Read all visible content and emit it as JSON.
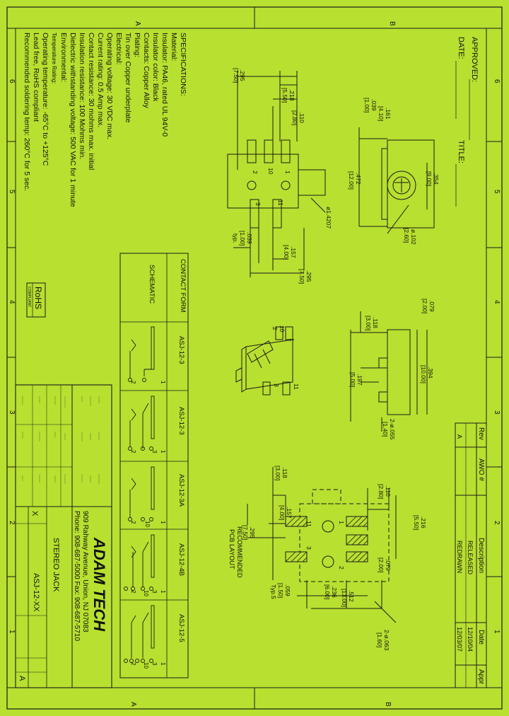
{
  "colors": {
    "background": "#b8e030",
    "ink": "#1a1a1a"
  },
  "border": {
    "top_letters": [
      "A",
      "B"
    ],
    "bottom_letters": [
      "A",
      "B"
    ],
    "numbers": [
      "6",
      "5",
      "4",
      "3",
      "2",
      "1"
    ]
  },
  "header": {
    "approved_label": "APPROVED:",
    "date_label": "DATE:",
    "title_label": "TITLE:"
  },
  "specifications": {
    "heading": "SPECIFICATIONS:",
    "lines": [
      "Material:",
      "Insulator:  PA46, rated UL 94V-0",
      "Insulator color: Black",
      "Contacts: Copper Alloy",
      "Plating:",
      "Tin over Copper underplate",
      "Electrical:",
      "Operating voltage: 30 VDC max.",
      "Current rating: 0.5 Amp max.",
      "Contact resistance: 30 mohms max. initial",
      "Insulation resistance: 100 Mohms min.",
      "Dielectric withstanding voltage: 500 VAC for 1 minute",
      "Environmental:",
      "Temperature Rating:",
      "Operating temperature: -65°C to +125°C",
      "Lead free, RoHS compliant",
      "Recommended soldering temp: 260°C for 5 sec."
    ],
    "rohs": "RoHS",
    "rohs_sub": "COMPLIANT"
  },
  "revision_table": {
    "headers": [
      "Rev",
      "AWO #",
      "Description",
      "Date",
      "Appr"
    ],
    "rows": [
      [
        "",
        "",
        "RELEASED",
        "12/10/04",
        ""
      ],
      [
        "A",
        "",
        "REDRAWN",
        "12/03/07",
        ""
      ]
    ]
  },
  "schematic_table": {
    "contact_form_label": "CONTACT FORM",
    "schematic_label": "SCHEMATIC",
    "columns": [
      "ASJ-12-3",
      "ASJ-12-3",
      "ASJ-12-3A",
      "ASJ-12-4B",
      "ASJ-12-5"
    ]
  },
  "top_view": {
    "dims": {
      "d295": ".295",
      "d295mm": "[7.50]",
      "d218": ".218",
      "d218mm": "[5.50]",
      "d110": ".110",
      "d110mm": "[2.80]",
      "hole": "ø1.4207",
      "d039": ".039",
      "d039mm": "[1.00]",
      "typ": "typ.",
      "d157": ".157",
      "d157mm": "[4.00]",
      "d295b": ".295",
      "d295bmm": "[7.50]"
    },
    "pins": [
      "2",
      "10",
      "1",
      "3",
      "11"
    ]
  },
  "front_view": {
    "dims": {
      "d039": ".039",
      "d039mm": "[1.00]",
      "d161": ".161",
      "d161mm": "[4.10]",
      "d472": ".472",
      "d472mm": "[12.00]",
      "d354": ".354",
      "d354mm": "[9.00]",
      "d102": "ø.102",
      "d102mm": "[2.60]"
    }
  },
  "side_view": {
    "dims": {
      "d118": ".118",
      "d118mm": "[3.00]",
      "d079": ".079",
      "d079mm": "[2.00]",
      "d394": ".394",
      "d394mm": "[10.00]",
      "d197": ".197",
      "d197mm": "[5.00]",
      "d055": "2-ø.055",
      "d055mm": "[1.40]"
    }
  },
  "iso_view": {
    "pins": [
      "10",
      "2",
      "1",
      "3",
      "11"
    ]
  },
  "pcb_layout": {
    "title_line1": "RECOMMENDED",
    "title_line2": "PCB LAYOUT",
    "pads": [
      "11",
      "1",
      "3",
      "2"
    ],
    "dims": {
      "d118": ".118",
      "d118mm": "[3.00]",
      "d157": ".157",
      "d157mm": "[4.00]",
      "d295": ".295",
      "d295mm": "[7.50]",
      "d110": ".110",
      "d110mm": "[2.80]",
      "d216": ".216",
      "d216mm": "[5.50]",
      "d079": ".079",
      "d079mm": "[2.00]",
      "d059": ".059",
      "d059mm": "[1.50]",
      "typ5": "Typ.5",
      "d236": ".236",
      "d236mm": "[6.00]",
      "d512": ".512",
      "d512mm": "[13.00]",
      "d063": "2-ø.063",
      "d063mm": "[1.60]"
    }
  },
  "title_block": {
    "company": "ADAM TECH",
    "address": "909 Rahway Avenue, Union, NJ 07083",
    "phone": "Phone: 908-687-5000   Fax: 908-687-5710",
    "title": "STEREO JACK",
    "part_number": "ASJ-12-XX",
    "size_letter": "X",
    "rev_letter": "A"
  }
}
